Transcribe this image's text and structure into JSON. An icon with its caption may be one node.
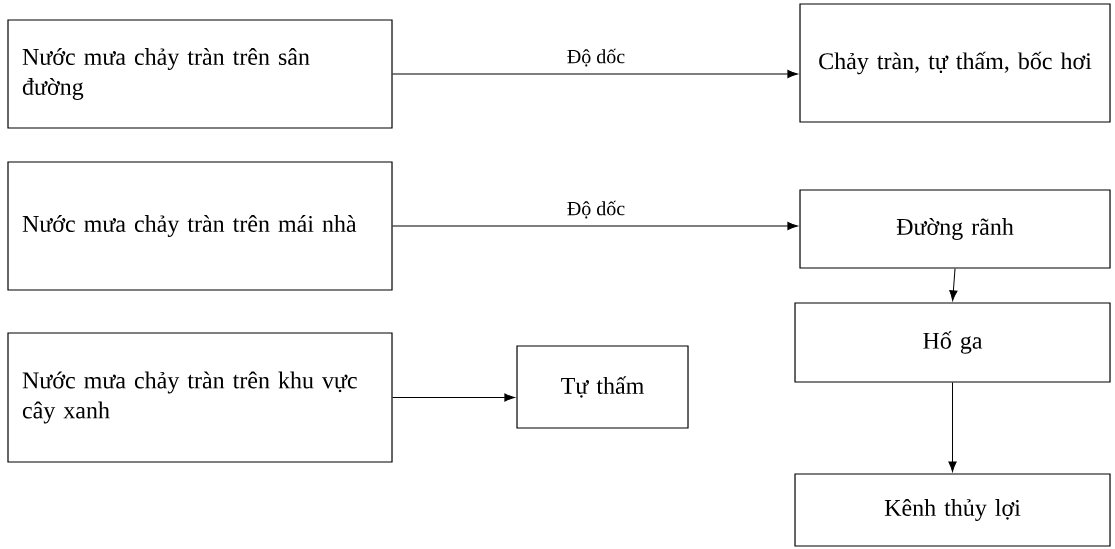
{
  "diagram": {
    "nodes": [
      {
        "text": [
          "Nước mưa chảy tràn trên sân đường"
        ]
      },
      {
        "text": [
          "Chảy tràn, tự thấm, bốc hơi"
        ]
      },
      {
        "text": [
          "Nước mưa chảy tràn trên mái nhà"
        ]
      },
      {
        "text": [
          "Đường rãnh"
        ]
      },
      {
        "text": [
          "Nước mưa chảy tràn trên khu vực cây xanh"
        ]
      },
      {
        "text": [
          "Tự thấm"
        ]
      },
      {
        "text": [
          "Hố ga"
        ]
      },
      {
        "text": [
          "Kênh thủy lợi"
        ]
      }
    ],
    "edges": [
      {
        "from": 0,
        "to": 1,
        "arrow": "to",
        "label": "Độ dốc"
      },
      {
        "from": 2,
        "to": 3,
        "arrow": "to",
        "label": "Độ dốc"
      },
      {
        "from": 4,
        "to": 5,
        "arrow": "to"
      },
      {
        "from": 3,
        "to": 6,
        "arrow": "to"
      },
      {
        "from": 6,
        "to": 7,
        "arrow": "to"
      }
    ]
  }
}
